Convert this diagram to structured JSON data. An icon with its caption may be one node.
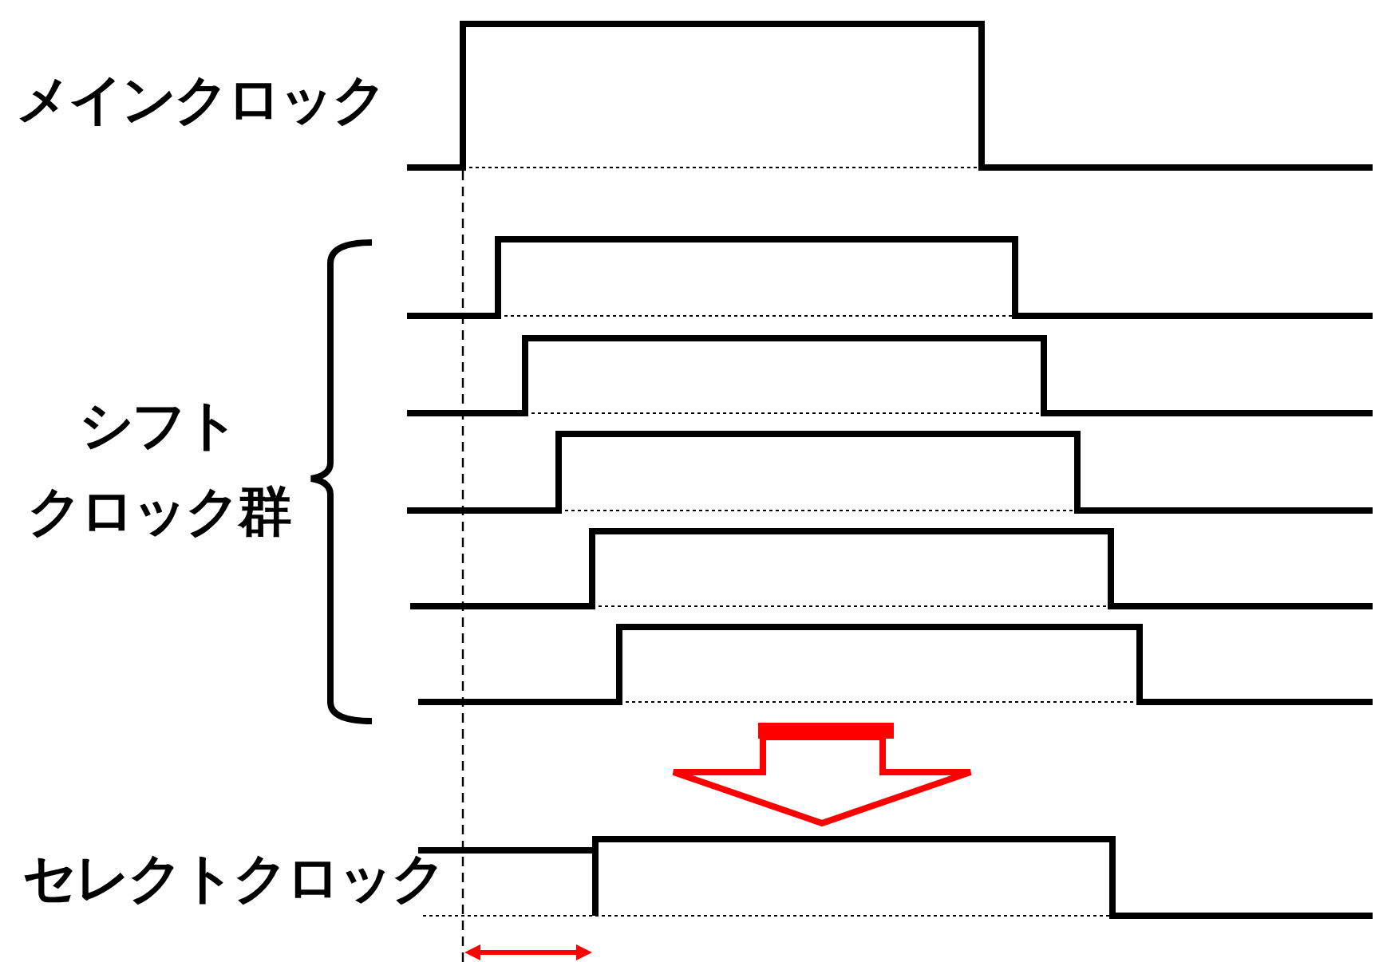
{
  "diagram": {
    "labels": [
      "メインクロック",
      "シフトクロック群",
      "セレクトクロック"
    ]
  }
}
